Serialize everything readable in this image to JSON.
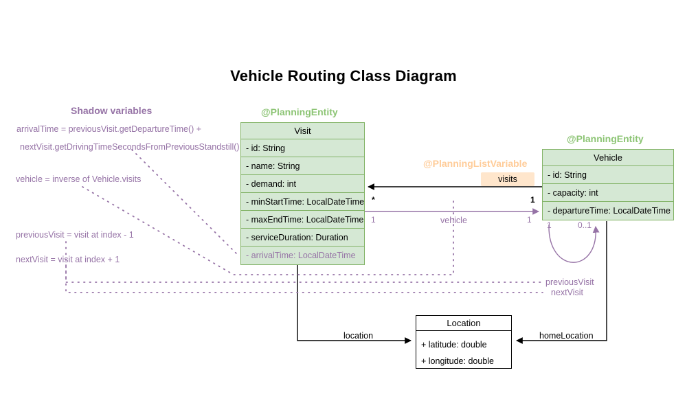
{
  "title": "Vehicle Routing Class Diagram",
  "stereotypes": {
    "visit": "@PlanningEntity",
    "vehicle": "@PlanningEntity",
    "list_variable": "@PlanningListVariable",
    "shadow": "Shadow variables"
  },
  "colors": {
    "entity_fill": "#d5e8d4",
    "entity_stroke": "#82b366",
    "shadow": "#9673a6",
    "list_variable": "#ffcc99",
    "badge_fill": "#ffe6cc",
    "plain_stroke": "#000000",
    "stereotype_green": "#8cc474"
  },
  "classes": {
    "visit": {
      "name": "Visit",
      "fields": [
        "- id: String",
        "- name: String",
        "- demand: int",
        "- minStartTime: LocalDateTime",
        "- maxEndTime: LocalDateTime",
        "- serviceDuration: Duration",
        "- arrivalTime: LocalDateTime"
      ]
    },
    "vehicle": {
      "name": "Vehicle",
      "fields": [
        "- id: String",
        "- capacity: int",
        "- departureTime: LocalDateTime"
      ]
    },
    "location": {
      "name": "Location",
      "fields": [
        "+ latitude: double",
        "+ longitude: double"
      ]
    }
  },
  "relations": {
    "visits": {
      "label": "visits",
      "source_multiplicity": "1",
      "target_multiplicity": "*"
    },
    "vehicle": {
      "label": "vehicle",
      "source_multiplicity": "1",
      "target_multiplicity": "1"
    },
    "location": {
      "label": "location"
    },
    "home_location": {
      "label": "homeLocation"
    },
    "previous_visit": {
      "label": "previousVisit"
    },
    "next_visit": {
      "label": "nextVisit"
    },
    "self_loop": {
      "source_multiplicity": "1",
      "target_multiplicity": "0..1"
    }
  },
  "shadow_variables": [
    "arrivalTime = previousVisit.getDepartureTime() +",
    "nextVisit.getDrivingTimeSecondsFromPreviousStandstill()",
    "vehicle = inverse of Vehicle.visits",
    "previousVisit = visit at index - 1",
    "nextVisit = visit at index + 1"
  ]
}
